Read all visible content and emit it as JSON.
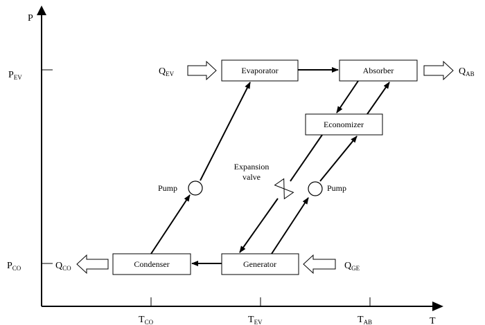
{
  "axes": {
    "x_label": "T",
    "y_label": "P",
    "x_ticks": [
      {
        "main": "T",
        "sub": "CO"
      },
      {
        "main": "T",
        "sub": "EV"
      },
      {
        "main": "T",
        "sub": "AB"
      }
    ],
    "y_ticks": [
      {
        "main": "P",
        "sub": "EV"
      },
      {
        "main": "P",
        "sub": "CO"
      }
    ]
  },
  "components": {
    "evaporator": "Evaporator",
    "absorber": "Absorber",
    "economizer": "Economizer",
    "condenser": "Condenser",
    "generator": "Generator"
  },
  "labels": {
    "pump_left": "Pump",
    "pump_right": "Pump",
    "expansion_line1": "Expansion",
    "expansion_line2": "valve"
  },
  "heat_flows": {
    "q_ev": {
      "main": "Q",
      "sub": "EV"
    },
    "q_ab": {
      "main": "Q",
      "sub": "AB"
    },
    "q_co": {
      "main": "Q",
      "sub": "CO"
    },
    "q_ge": {
      "main": "Q",
      "sub": "GE"
    }
  }
}
